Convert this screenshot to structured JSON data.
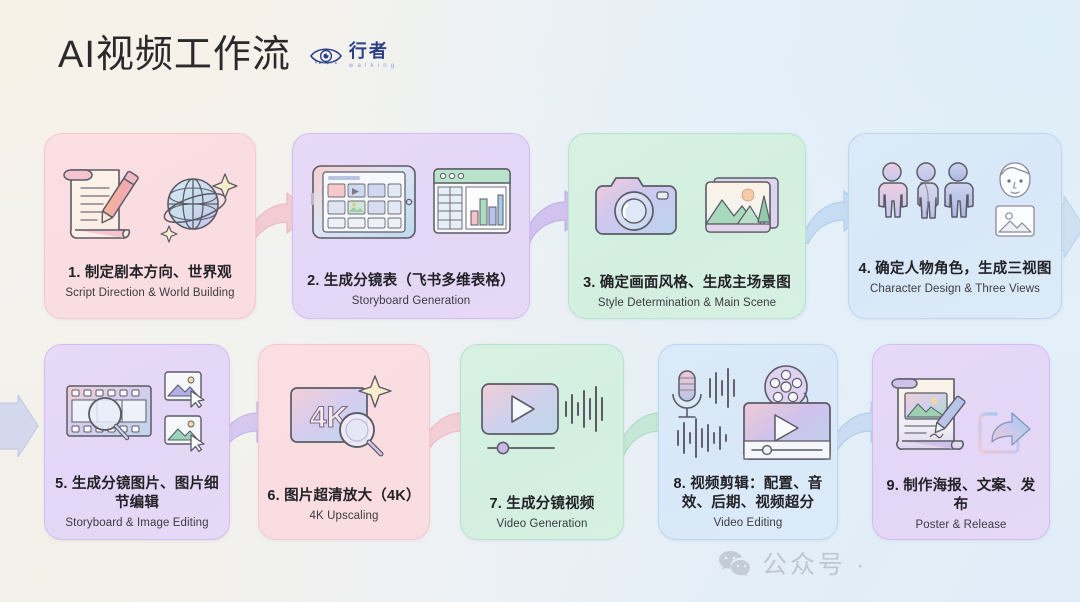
{
  "header": {
    "title": "AI视频工作流",
    "logo": {
      "icon": "eye-icon",
      "name_cn": "行者",
      "name_en": "walking"
    }
  },
  "steps": [
    {
      "number": "1.",
      "title_cn": "1. 制定剧本方向、世界观",
      "title_en": "Script Direction & World Building",
      "color": "pink",
      "accent": "#f3c9cf",
      "icons": [
        "scroll-pencil-icon",
        "globe-sparkle-icon"
      ]
    },
    {
      "number": "2.",
      "title_cn": "2. 生成分镜表（飞书多维表格）",
      "title_en": "Storyboard Generation",
      "color": "purple",
      "accent": "#d3bdf0",
      "icons": [
        "tablet-storyboard-icon",
        "spreadsheet-chart-icon"
      ]
    },
    {
      "number": "3.",
      "title_cn": "3. 确定画面风格、生成主场景图",
      "title_en": "Style Determination & Main Scene",
      "color": "green",
      "accent": "#b6e3cd",
      "icons": [
        "camera-icon",
        "landscape-photo-icon"
      ]
    },
    {
      "number": "4.",
      "title_cn": "4. 确定人物角色，生成三视图",
      "title_en": "Character Design & Three Views",
      "color": "blue",
      "accent": "#bcd7ef",
      "icons": [
        "three-figures-icon",
        "face-sketch-icon",
        "image-icon"
      ]
    },
    {
      "number": "5.",
      "title_cn": "5. 生成分镜图片、图片细节编辑",
      "title_en": "Storyboard & Image Editing",
      "color": "purple",
      "accent": "#d3bdf0",
      "icons": [
        "filmstrip-magnifier-icon",
        "image-cursor-icon"
      ]
    },
    {
      "number": "6.",
      "title_cn": "6. 图片超清放大（4K）",
      "title_en": "4K Upscaling",
      "color": "pink",
      "accent": "#f3c9cf",
      "icons": [
        "4k-magnifier-icon",
        "sparkle-icon"
      ],
      "badge": "4K"
    },
    {
      "number": "7.",
      "title_cn": "7. 生成分镜视频",
      "title_en": "Video Generation",
      "color": "green",
      "accent": "#b6e3cd",
      "icons": [
        "video-play-icon",
        "waveform-icon",
        "progress-slider-icon"
      ]
    },
    {
      "number": "8.",
      "title_cn": "8. 视频剪辑：配置、音效、后期、视频超分",
      "title_en": "Video Editing",
      "color": "blue",
      "accent": "#bcd7ef",
      "icons": [
        "microphone-icon",
        "waveform-icon",
        "film-reel-icon",
        "video-player-icon"
      ]
    },
    {
      "number": "9.",
      "title_cn": "9. 制作海报、文案、发布",
      "title_en": "Poster & Release",
      "color": "purple",
      "accent": "#d3bdf0",
      "icons": [
        "poster-pencil-icon",
        "text-lines-icon",
        "share-icon"
      ]
    }
  ],
  "arrows": [
    {
      "name": "arrow-step1-to-step2",
      "color": "#f0c6ce"
    },
    {
      "name": "arrow-step2-to-step3",
      "color": "#c9b5e8"
    },
    {
      "name": "arrow-step3-to-step4",
      "color": "#b9d4ee"
    },
    {
      "name": "arrow-step4-to-step5",
      "color": "#c9d9ee"
    },
    {
      "name": "arrow-step5-to-step6",
      "color": "#cfbde9"
    },
    {
      "name": "arrow-step6-to-step7",
      "color": "#f1cad1"
    },
    {
      "name": "arrow-step7-to-step8",
      "color": "#bde2cf"
    },
    {
      "name": "arrow-step8-to-step9",
      "color": "#bfd6ef"
    }
  ],
  "watermark": {
    "icon": "wechat-icon",
    "text": "公众号 ·"
  },
  "colors": {
    "background_start": "#f7f2e8",
    "background_end": "#e0edf8",
    "title_color": "#2a2a2c",
    "logo_color": "#2c3f86"
  }
}
